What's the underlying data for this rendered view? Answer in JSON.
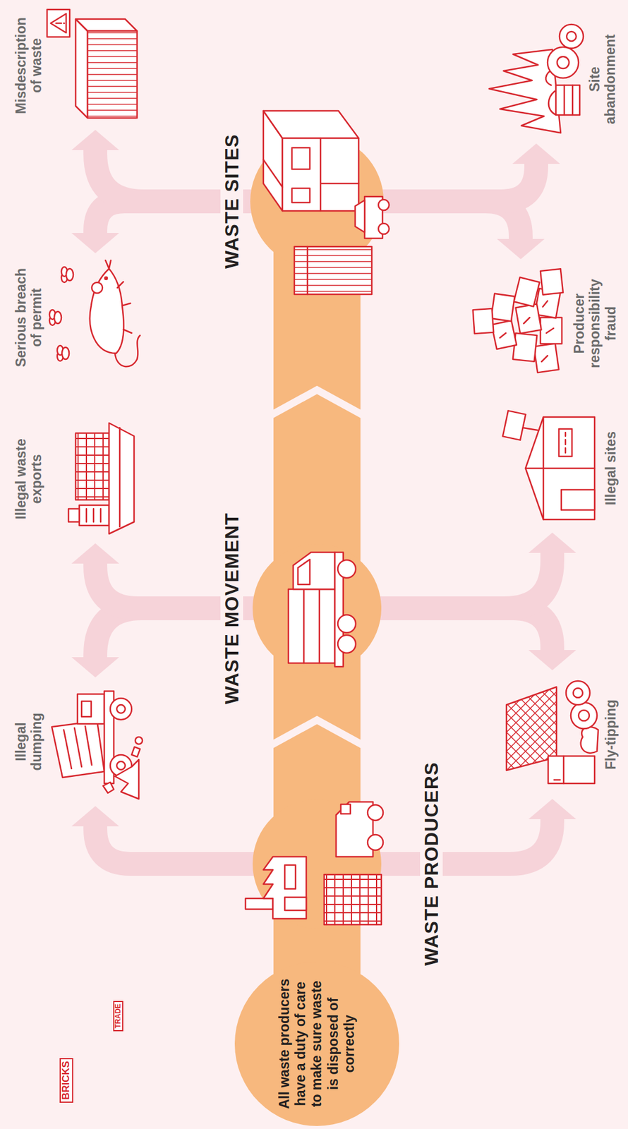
{
  "diagram": {
    "nodes": [
      {
        "text": [
          "All waste producers have a duty of care to make sure waste is disposed of correctly"
        ]
      },
      {
        "text": [
          "WASTE PRODUCERS"
        ]
      },
      {
        "text": [
          "WASTE MOVEMENT"
        ]
      },
      {
        "text": [
          "WASTE SITES"
        ]
      },
      {
        "text": [
          "Illegal dumping"
        ]
      },
      {
        "text": [
          "Fly-tipping"
        ]
      },
      {
        "text": [
          "Illegal waste exports"
        ]
      },
      {
        "text": [
          "Illegal sites"
        ]
      },
      {
        "text": [
          "Serious breach of permit"
        ]
      },
      {
        "text": [
          "Producer responsibility fraud"
        ]
      },
      {
        "text": [
          "Misdescription of waste"
        ]
      },
      {
        "text": [
          "Site abandonment"
        ]
      }
    ],
    "edges": [
      {
        "from": 0,
        "to": 1,
        "arrow": "none"
      },
      {
        "from": 1,
        "to": 2,
        "arrow": "to"
      },
      {
        "from": 2,
        "to": 3,
        "arrow": "to"
      },
      {
        "from": 1,
        "to": 4,
        "arrow": "to"
      },
      {
        "from": 1,
        "to": 5,
        "arrow": "to"
      },
      {
        "from": 2,
        "to": 4,
        "arrow": "to"
      },
      {
        "from": 2,
        "to": 6,
        "arrow": "to"
      },
      {
        "from": 2,
        "to": 5,
        "arrow": "to"
      },
      {
        "from": 2,
        "to": 7,
        "arrow": "to"
      },
      {
        "from": 3,
        "to": 8,
        "arrow": "to"
      },
      {
        "from": 3,
        "to": 10,
        "arrow": "to"
      },
      {
        "from": 3,
        "to": 9,
        "arrow": "to"
      },
      {
        "from": 3,
        "to": 11,
        "arrow": "to"
      }
    ],
    "labels": [
      "BRICKS",
      "TRADE"
    ]
  }
}
